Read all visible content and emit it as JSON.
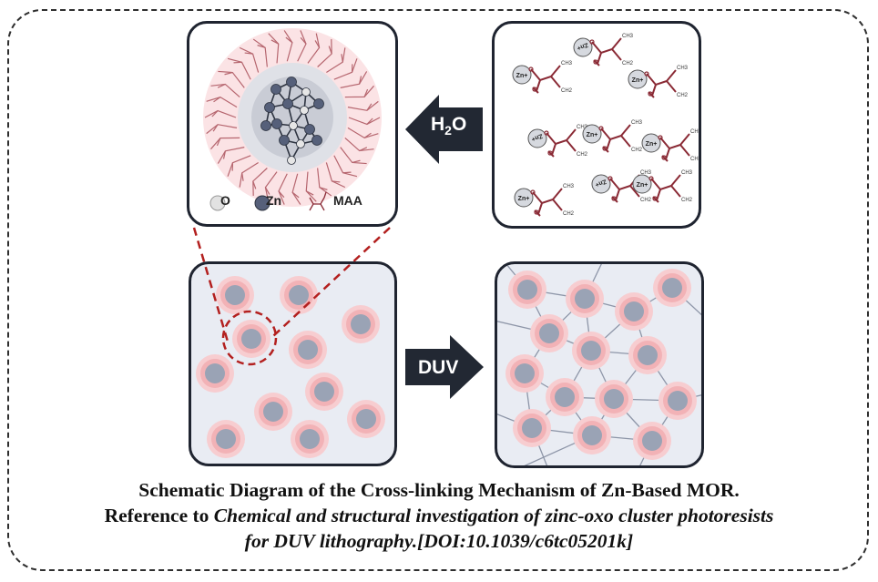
{
  "arrows": {
    "hydrolysis_label": "H",
    "hydrolysis_sub": "2",
    "hydrolysis_tail": "O",
    "exposure_label": "DUV"
  },
  "legend": {
    "oxygen": "O",
    "zinc": "Zn",
    "ligand": "MAA"
  },
  "monomer": {
    "zn_label": "Zn",
    "ch3_label": "CH",
    "ch3_sub": "3",
    "ch2_label": "CH",
    "ch2_sub": "2"
  },
  "caption": {
    "line1": "Schematic Diagram of the Cross-linking Mechanism of Zn-Based MOR.",
    "line2_prefix": "Reference to ",
    "line2_italic": "Chemical and structural investigation of zinc-oxo cluster photoresists",
    "line3": "for DUV lithography.[DOI:10.1039/c6tc05201k]"
  },
  "colors": {
    "ligand": "#8a2a35",
    "halo": "#f4c6c8",
    "core": "#9aa3b5",
    "arrow": "#222833",
    "panel_border": "#1f2430",
    "highlight": "#b3201f"
  }
}
